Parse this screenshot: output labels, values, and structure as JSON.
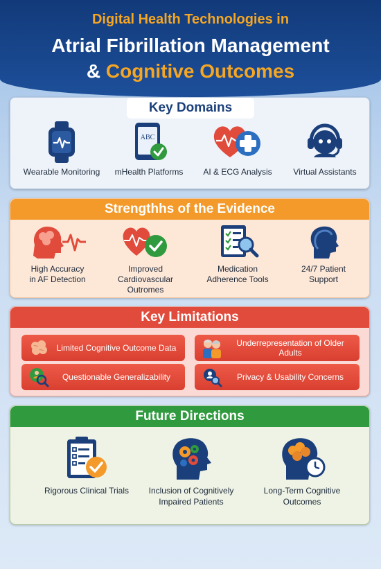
{
  "header": {
    "line1": "Digital Health Technologies in",
    "line2": "Atrial Fibrillation Management",
    "line3_amp": "&",
    "line3_rest": "Cognitive Outcomes"
  },
  "domains": {
    "title": "Key Domains",
    "items": [
      {
        "label": "Wearable Monitoring",
        "icon": "smartwatch-icon"
      },
      {
        "label": "mHealth Platforms",
        "icon": "tablet-check-icon"
      },
      {
        "label": "AI & ECG Analysis",
        "icon": "heart-cross-icon"
      },
      {
        "label": "Virtual Assistants",
        "icon": "headset-assistant-icon"
      }
    ],
    "tablet_text": "ABC"
  },
  "strengths": {
    "title": "Strengthhs of the Evidence",
    "items": [
      {
        "line1": "High Accuracy",
        "line2": "in AF Detection",
        "icon": "brain-head-pulse-icon"
      },
      {
        "line1": "Improved Cardiovascular",
        "line2": "Outromes",
        "icon": "hearts-check-icon"
      },
      {
        "line1": "Medication",
        "line2": "Adherence Tools",
        "icon": "checklist-magnifier-icon"
      },
      {
        "line1": "24/7 Patient",
        "line2": "Support",
        "icon": "head-profile-icon"
      }
    ]
  },
  "limitations": {
    "title": "Key Limitations",
    "items": [
      {
        "label": "Limited Cognitive Outcome Data",
        "icon": "brain-icon"
      },
      {
        "label": "Underrepresentation of Older Adults",
        "icon": "older-adults-icon"
      },
      {
        "label": "Questionable Generalizability",
        "icon": "people-magnifier-icon"
      },
      {
        "label": "Privacy & Usability Concerns",
        "icon": "person-search-icon"
      }
    ]
  },
  "future": {
    "title": "Future Directions",
    "items": [
      {
        "line1": "Rigorous Clinical Trials",
        "line2": "",
        "icon": "clipboard-check-icon"
      },
      {
        "line1": "Inclusion of Cognitively",
        "line2": "Impaired Patients",
        "icon": "head-gears-icon"
      },
      {
        "line1": "Long-Term Cognitive",
        "line2": "Outcomes",
        "icon": "head-brain-clock-icon"
      }
    ]
  },
  "colors": {
    "navy": "#123a7a",
    "orange": "#f39a2a",
    "red": "#e14b3c",
    "green": "#2f9a3e"
  }
}
